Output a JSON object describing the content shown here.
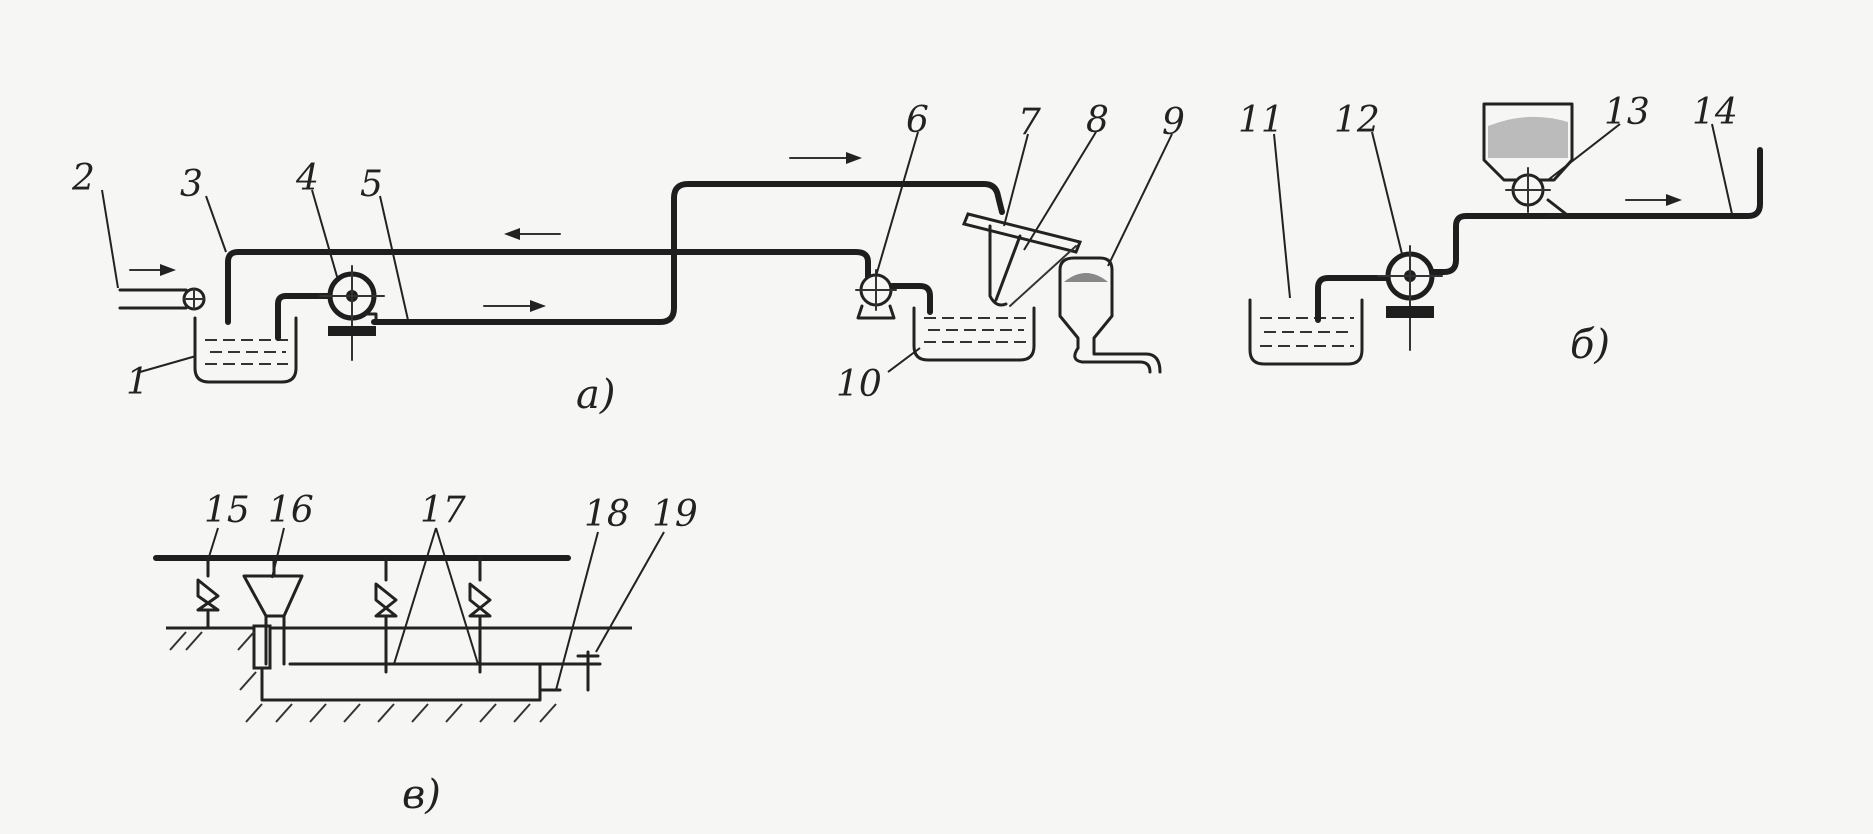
{
  "diagram": {
    "panel_a": {
      "caption": "а)",
      "labels": [
        "1",
        "2",
        "3",
        "4",
        "5",
        "6",
        "7",
        "8",
        "9",
        "10"
      ]
    },
    "panel_b": {
      "caption": "б)",
      "labels": [
        "11",
        "12",
        "13",
        "14"
      ]
    },
    "panel_c": {
      "caption": "в)",
      "labels": [
        "15",
        "16",
        "17",
        "18",
        "19"
      ]
    }
  },
  "icons": [
    "flow-arrow-icon",
    "centrifugal-pump-icon",
    "valve-icon",
    "hopper-icon",
    "tank-icon"
  ]
}
